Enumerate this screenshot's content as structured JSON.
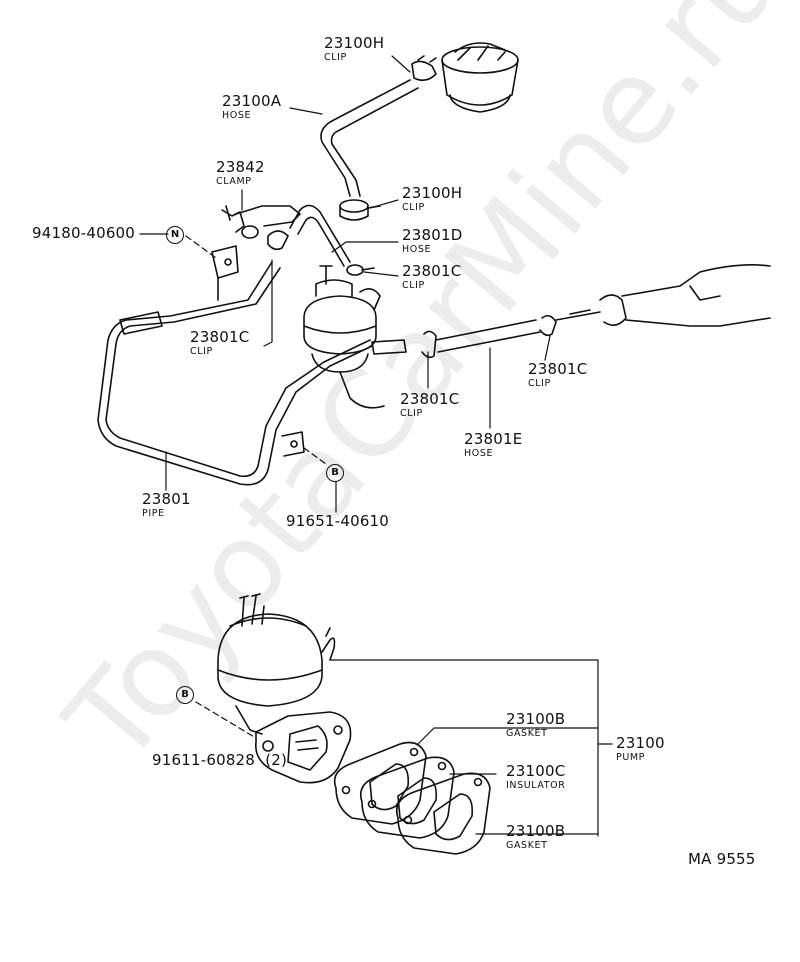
{
  "watermark": "ToyotaCarMine.ru",
  "figure_code": "MA 9555",
  "labels": {
    "l1": {
      "pn": "23100H",
      "nm": "CLIP"
    },
    "l2": {
      "pn": "23100A",
      "nm": "HOSE"
    },
    "l3": {
      "pn": "23842",
      "nm": "CLAMP"
    },
    "l4": {
      "pn": "23100H",
      "nm": "CLIP"
    },
    "l5": {
      "pn": "94180-40600"
    },
    "l6": {
      "pn": "23801D",
      "nm": "HOSE"
    },
    "l7": {
      "pn": "23801C",
      "nm": "CLIP"
    },
    "l8": {
      "pn": "23801C",
      "nm": "CLIP"
    },
    "l9": {
      "pn": "23801C",
      "nm": "CLIP"
    },
    "l10": {
      "pn": "23801C",
      "nm": "CLIP"
    },
    "l11": {
      "pn": "23801E",
      "nm": "HOSE"
    },
    "l12": {
      "pn": "23801",
      "nm": "PIPE"
    },
    "l13": {
      "pn": "91651-40610"
    },
    "l14": {
      "pn": "23100B",
      "nm": "GASKET"
    },
    "l15": {
      "pn": "23100",
      "nm": "PUMP"
    },
    "l16": {
      "pn": "23100C",
      "nm": "INSULATOR"
    },
    "l17": {
      "pn": "91611-60828",
      "qty": "(2)"
    },
    "l18": {
      "pn": "23100B",
      "nm": "GASKET"
    }
  },
  "markers": {
    "n": "N",
    "b1": "B",
    "b2": "B"
  }
}
